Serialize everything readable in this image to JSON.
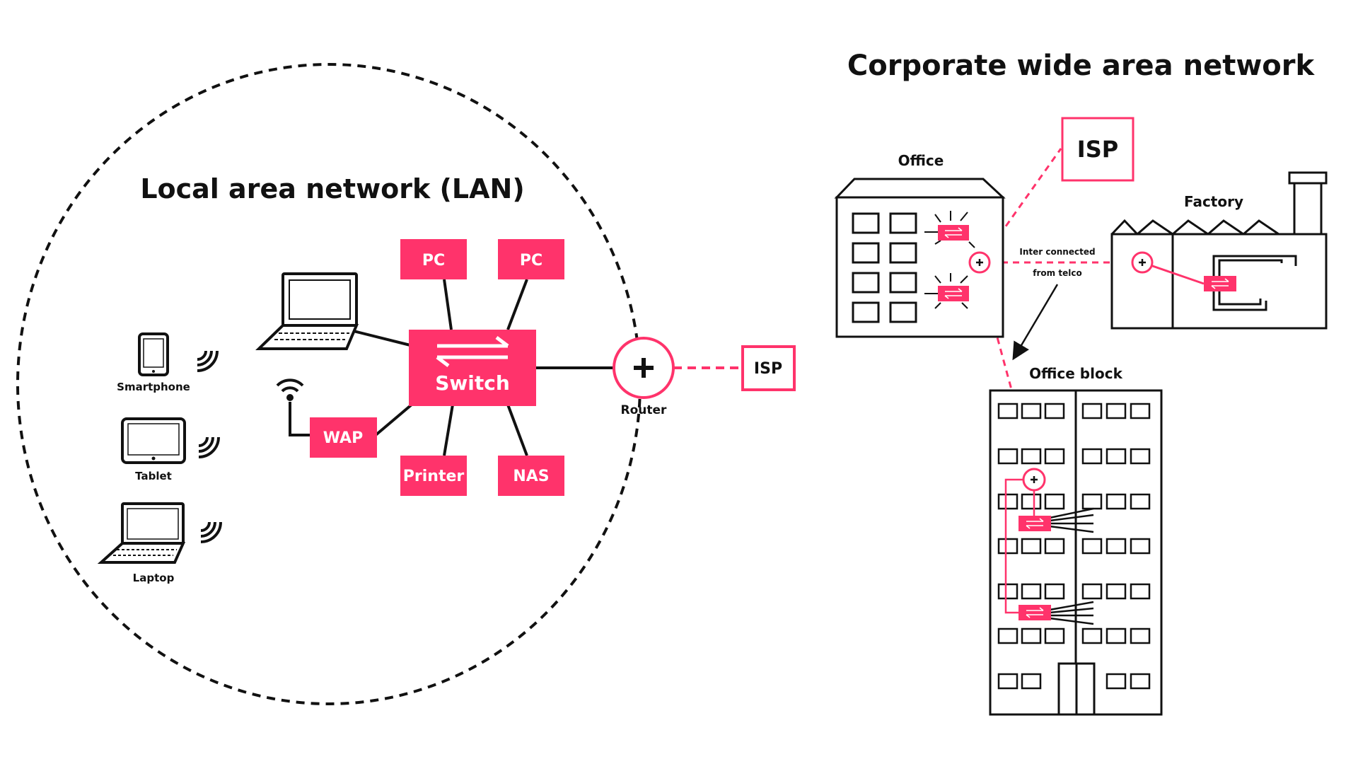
{
  "colors": {
    "accent": "#ff336b",
    "ink": "#111111",
    "background": "#ffffff"
  },
  "lan": {
    "title": "Local area network (LAN)",
    "switch_label": "Switch",
    "pc_label_1": "PC",
    "pc_label_2": "PC",
    "printer_label": "Printer",
    "nas_label": "NAS",
    "wap_label": "WAP",
    "router_label": "Router",
    "isp_label": "ISP",
    "devices": {
      "smartphone": "Smartphone",
      "tablet": "Tablet",
      "laptop": "Laptop"
    }
  },
  "wan": {
    "title": "Corporate wide area network",
    "isp_label": "ISP",
    "office_label": "Office",
    "factory_label": "Factory",
    "office_block_label": "Office block",
    "interconnect_line1": "Inter connected",
    "interconnect_line2": "from telco"
  }
}
